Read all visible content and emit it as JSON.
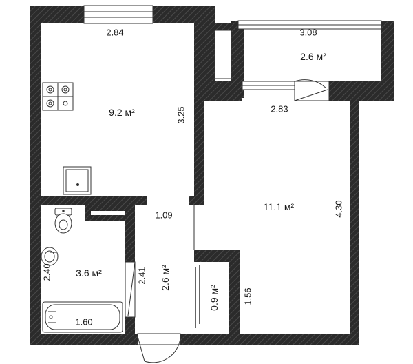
{
  "rooms": {
    "kitchen": {
      "area": "9.2 м²",
      "width": "2.84",
      "depth": "3.25"
    },
    "balcony": {
      "area": "2.6 м²",
      "width": "3.08"
    },
    "living": {
      "area": "11.1 м²",
      "width": "2.83",
      "depth": "4.30"
    },
    "bathroom": {
      "area": "3.6 м²",
      "depth": "2.40",
      "bath_length": "1.60"
    },
    "hall": {
      "area": "2.6 м²",
      "width": "1.09",
      "depth": "2.41"
    },
    "closet": {
      "area": "0.9 м²",
      "depth": "1.56"
    }
  },
  "colors": {
    "wall": "#2b2b2b",
    "window": "#ffffff",
    "line": "#333333"
  },
  "icons": [
    "stove-icon",
    "sink-icon",
    "toilet-icon",
    "washbasin-icon",
    "bathtub-icon"
  ]
}
